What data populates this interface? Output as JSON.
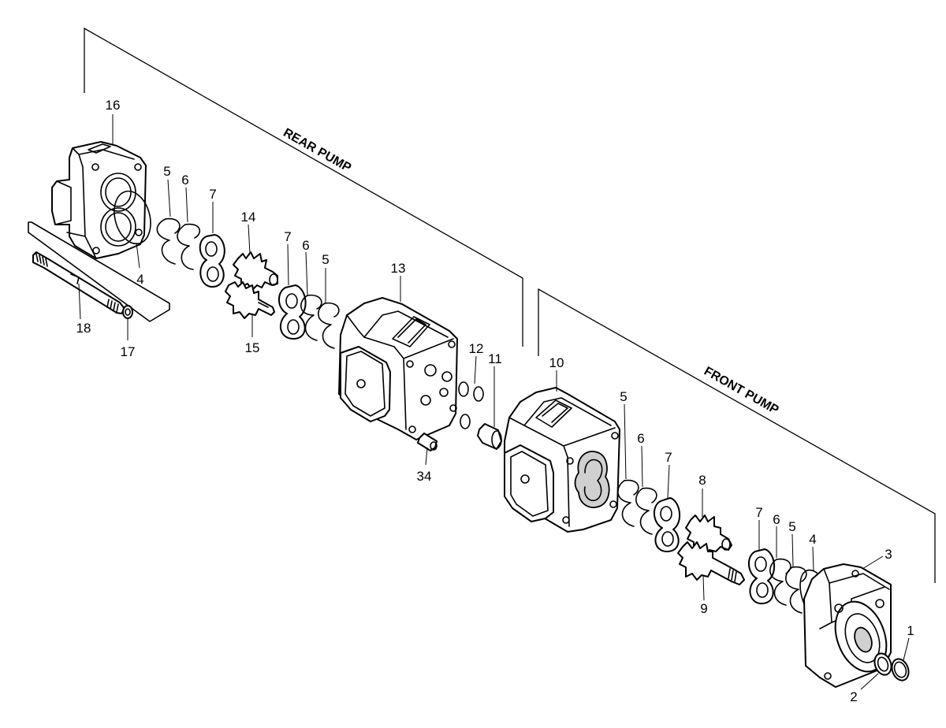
{
  "sections": {
    "rear": "REAR PUMP",
    "front": "FRONT PUMP"
  },
  "callouts": {
    "rear_cover": "16",
    "rear_oring_4": "4",
    "rear_seal_5": "5",
    "rear_ring_6": "6",
    "rear_plate_7": "7",
    "drive_gear_14": "14",
    "driven_gear_15": "15",
    "rear_plate_7b": "7",
    "rear_ring_6b": "6",
    "rear_seal_5b": "5",
    "bolt_18": "18",
    "washer_17": "17",
    "rear_body_13": "13",
    "pin_34": "34",
    "oring_12": "12",
    "coupling_11": "11",
    "front_body_10": "10",
    "front_seal_5": "5",
    "front_ring_6": "6",
    "front_plate_7": "7",
    "gear_8": "8",
    "shaft_gear_9": "9",
    "front_plate_7b": "7",
    "front_ring_6b": "6",
    "front_seal_5b": "5",
    "front_oring_4": "4",
    "mount_flange_3": "3",
    "snap_ring_1": "1",
    "oil_seal_2": "2"
  },
  "colors": {
    "line": "#000000",
    "shade": "#d0d0d0",
    "background": "#ffffff"
  }
}
